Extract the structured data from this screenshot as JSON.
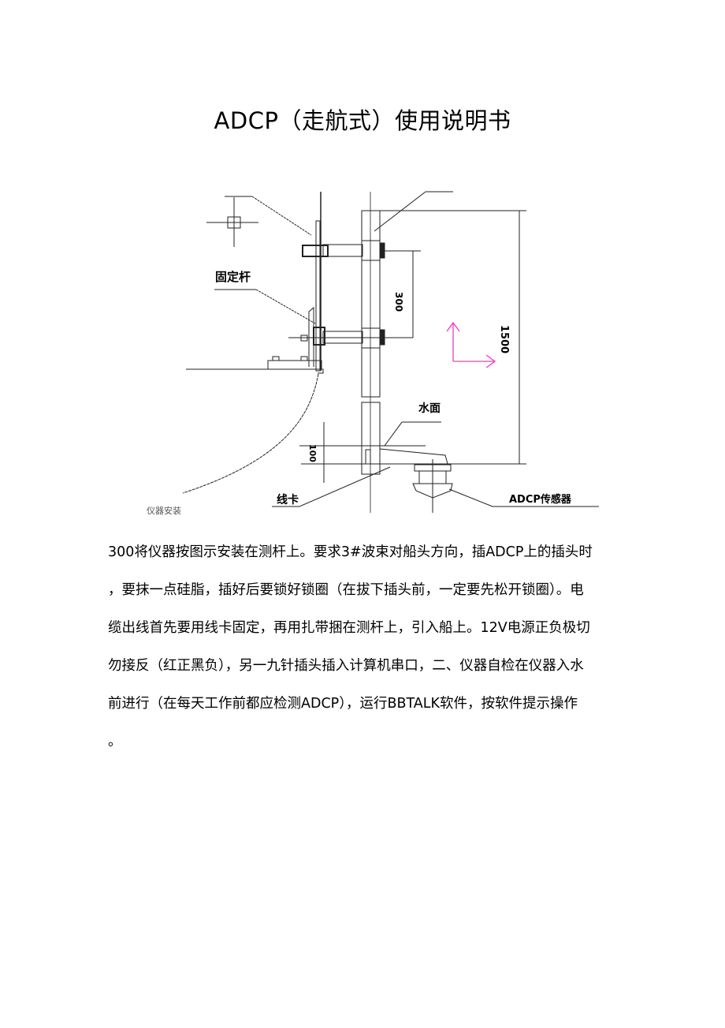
{
  "title": "ADCP（走航式）使用说明书",
  "figure": {
    "labels": {
      "fixed_rod": "固定杆",
      "water_surface": "水面",
      "cable_clip": "线卡",
      "sensor": "ADCP传感器",
      "dim_300": "300",
      "dim_1500": "1500",
      "dim_100": "100"
    },
    "caption": "仪器安装"
  },
  "body_lines": [
    "300将仪器按图示安装在测杆上。要求3#波束对船头方向，插ADCP上的插头时",
    "，要抹一点硅脂，插好后要锁好锁圈（在拔下插头前，一定要先松开锁圈）。电",
    "缆出线首先要用线卡固定，再用扎带捆在测杆上，引入船上。12V电源正负极切",
    "勿接反（红正黑负），另一九针插头插入计算机串口，二、仪器自检在仪器入水",
    "前进行（在每天工作前都应检测ADCP），运行BBTALK软件，按软件提示操作",
    "。"
  ],
  "colors": {
    "arrow": "#ff33cc"
  }
}
